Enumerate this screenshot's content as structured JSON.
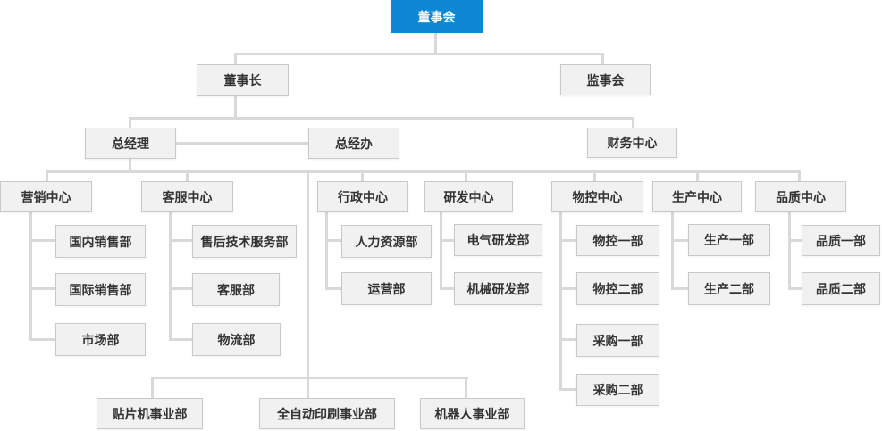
{
  "colors": {
    "root_box_bg": "#1087d2",
    "root_box_text": "#ffffff",
    "node_bg": "#f1f1f1",
    "node_border": "#c9c9c9",
    "node_text": "#333333",
    "connector": "#d9d9d9"
  },
  "org": {
    "root": {
      "label": "董事会"
    },
    "executive_row": [
      {
        "label": "董事长"
      },
      {
        "label": "监事会"
      }
    ],
    "management_row": [
      {
        "label": "总经理"
      },
      {
        "label": "总经办"
      },
      {
        "label": "财务中心"
      }
    ],
    "centers": [
      {
        "label": "营销中心",
        "children": [
          "国内销售部",
          "国际销售部",
          "市场部"
        ]
      },
      {
        "label": "客服中心",
        "children": [
          "售后技术服务部",
          "客服部",
          "物流部"
        ]
      },
      {
        "label": "行政中心",
        "children": [
          "人力资源部",
          "运营部"
        ]
      },
      {
        "label": "研发中心",
        "children": [
          "电气研发部",
          "机械研发部"
        ]
      },
      {
        "label": "物控中心",
        "children": [
          "物控一部",
          "物控二部",
          "采购一部",
          "采购二部"
        ]
      },
      {
        "label": "生产中心",
        "children": [
          "生产一部",
          "生产二部"
        ]
      },
      {
        "label": "品质中心",
        "children": [
          "品质一部",
          "品质二部"
        ]
      }
    ],
    "business_units": [
      "贴片机事业部",
      "全自动印刷事业部",
      "机器人事业部"
    ]
  }
}
